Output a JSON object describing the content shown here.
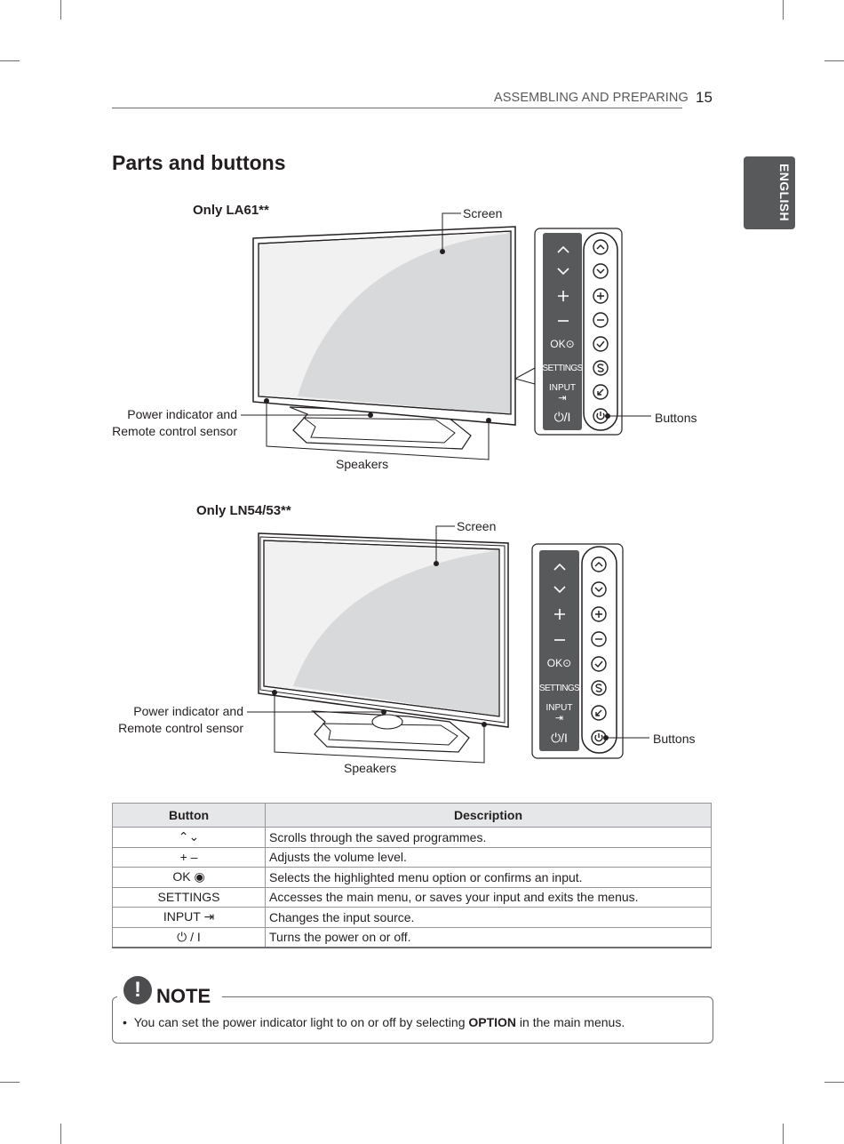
{
  "header": {
    "section": "ASSEMBLING AND PREPARING",
    "page_number": "15"
  },
  "side_tab": {
    "label": "ENGLISH"
  },
  "title": "Parts and buttons",
  "figures": [
    {
      "model": "Only LA61**",
      "screen_label": "Screen",
      "power_label_line1": "Power indicator and",
      "power_label_line2": "Remote control sensor",
      "speakers_label": "Speakers",
      "buttons_label": "Buttons",
      "panel": {
        "ok": "OK⊙",
        "settings": "SETTINGS",
        "input": "INPUT",
        "input_icon": "⇥",
        "power": "⏻/I"
      }
    },
    {
      "model": "Only LN54/53**",
      "screen_label": "Screen",
      "power_label_line1": "Power indicator and",
      "power_label_line2": "Remote control sensor",
      "speakers_label": "Speakers",
      "buttons_label": "Buttons",
      "panel": {
        "ok": "OK⊙",
        "settings": "SETTINGS",
        "input": "INPUT",
        "input_icon": "⇥",
        "power": "⏻/I"
      }
    }
  ],
  "table": {
    "headers": [
      "Button",
      "Description"
    ],
    "rows": [
      {
        "button": "⌃⌄",
        "description": "Scrolls through the saved programmes."
      },
      {
        "button": "+ –",
        "description": "Adjusts the volume level."
      },
      {
        "button": "OK ◉",
        "description": "Selects the highlighted menu option or confirms an input."
      },
      {
        "button": "SETTINGS",
        "description": "Accesses the main menu, or saves your input and exits the menus."
      },
      {
        "button": "INPUT ⇥",
        "description": "Changes the input source."
      },
      {
        "button": "⏻ / I",
        "description": "Turns the power on or off."
      }
    ]
  },
  "note": {
    "icon": "!",
    "title": "NOTE",
    "bullet": "•",
    "text_before": "You can set the power indicator light to on or off by selecting ",
    "text_bold": "OPTION",
    "text_after": " in the main menus."
  }
}
